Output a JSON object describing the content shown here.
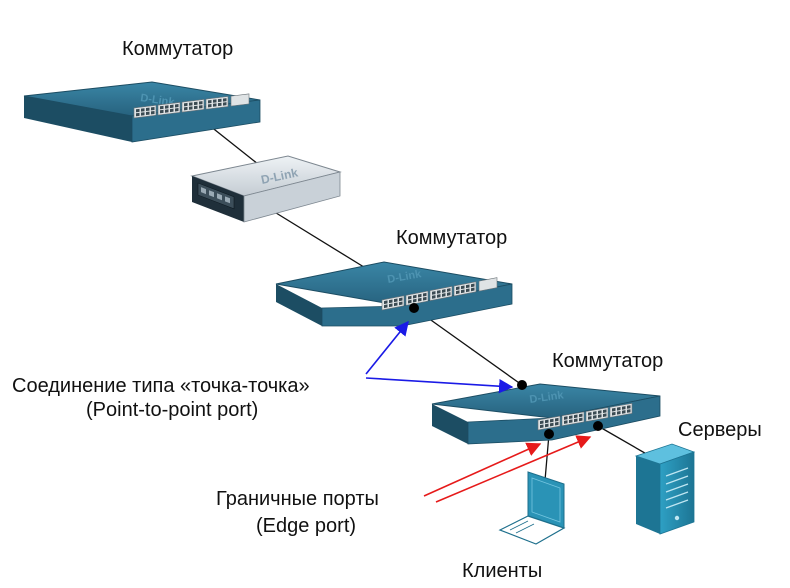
{
  "labels": {
    "switch_top": "Коммутатор",
    "switch_middle": "Коммутатор",
    "switch_bottom": "Коммутатор",
    "p2p_line1": "Соединение типа «точка-точка»",
    "p2p_line2": "(Point-to-point port)",
    "edge_line1": "Граничные порты",
    "edge_line2": "(Edge port)",
    "servers": "Серверы",
    "clients": "Клиенты"
  },
  "brand_text": "D-Link",
  "colors": {
    "switch_body": "#2c6e8c",
    "switch_dark": "#1c4d63",
    "switch_front": "#c8ccce",
    "port": "#3a4a52",
    "small_switch_body": "#d5dbe0",
    "arrow_p2p": "#1a1ae6",
    "arrow_edge": "#e61a1a",
    "cable": "#111111",
    "device_cyan": "#2a93b6"
  },
  "icons": [
    "switch-icon",
    "desktop-switch-icon",
    "laptop-icon",
    "server-icon",
    "arrow-icon"
  ]
}
